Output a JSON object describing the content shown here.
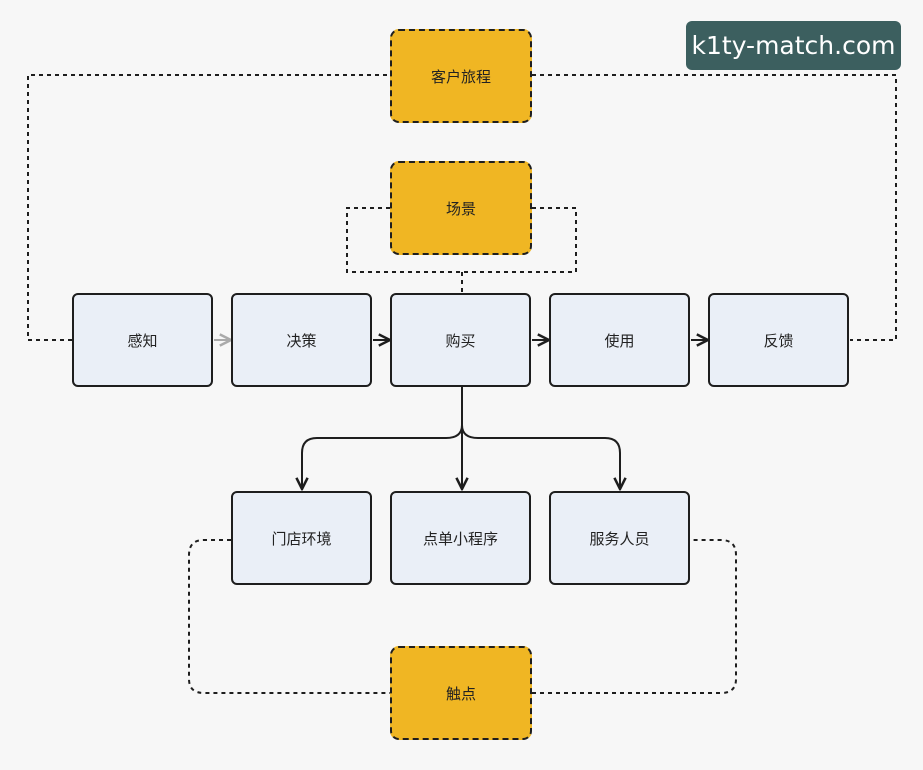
{
  "watermark": "k1ty-match.com",
  "groups": {
    "journey": "客户旅程",
    "scene": "场景",
    "touchpoint": "触点"
  },
  "stages": [
    "感知",
    "决策",
    "购买",
    "使用",
    "反馈"
  ],
  "touchpoints": [
    "门店环境",
    "点单小程序",
    "服务人员"
  ],
  "colors": {
    "highlight": "#f0b623",
    "box_fill": "#eaeff7",
    "stroke": "#1e1e1e",
    "faint_arrow": "#aaaaaa"
  }
}
